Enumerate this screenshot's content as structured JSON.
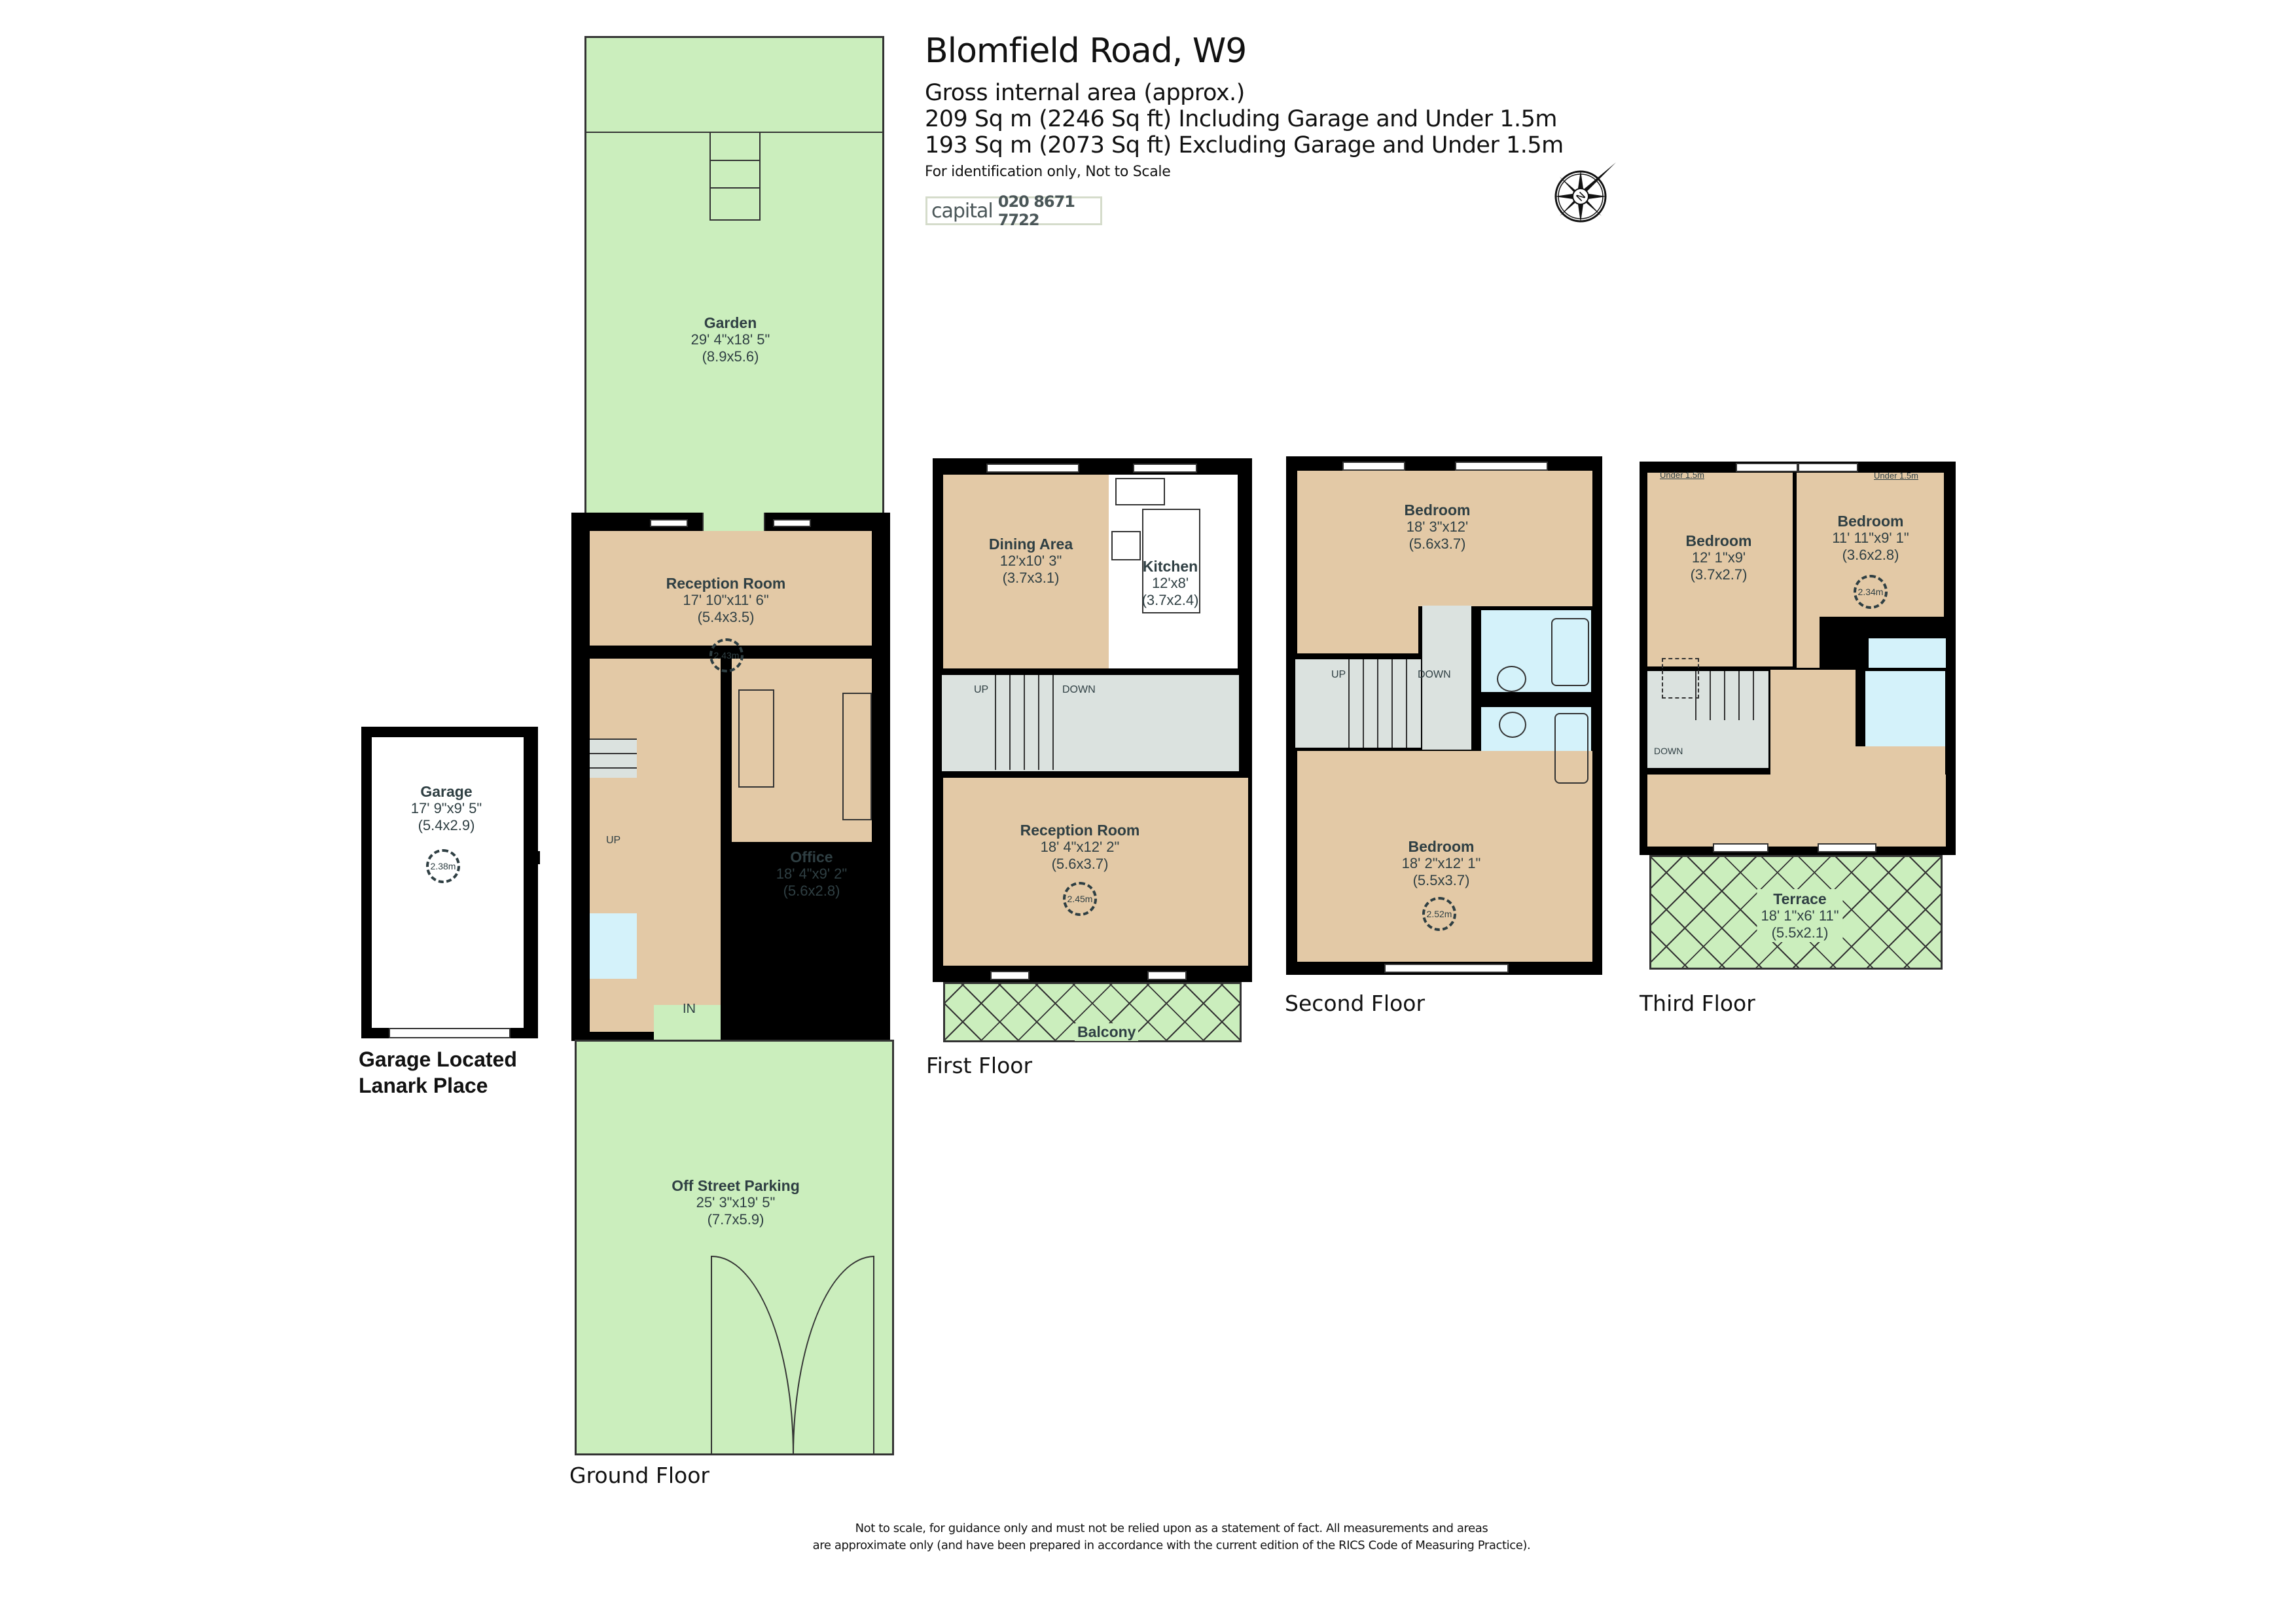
{
  "header": {
    "title": "Blomfield Road, W9",
    "gia_label": "Gross internal area (approx.)",
    "gia_including": "209 Sq m (2246 Sq ft) Including Garage and Under 1.5m",
    "gia_excluding": "193 Sq m (2073 Sq ft) Excluding Garage and Under 1.5m",
    "note": "For identification only, Not to Scale"
  },
  "logo": {
    "brand": "capital",
    "phone": "020 8671 7722",
    "brand_color": "#4a5658",
    "accent_dot_color": "#e01ad0"
  },
  "compass": {
    "icon": "compass-north-icon",
    "label": "N"
  },
  "colors": {
    "room_floor": "#e3c9a6",
    "outdoor": "#cbeebd",
    "circulation": "#dbe2df",
    "wet_room": "#d4f2fa",
    "wall": "#000000",
    "label_text": "#2f3f43"
  },
  "garage": {
    "name": "Garage",
    "imperial": "17' 9\"x9' 5\"",
    "metric": "(5.4x2.9)",
    "ceiling": "2.38m",
    "location_line1": "Garage Located",
    "location_line2": "Lanark Place"
  },
  "ground_floor": {
    "label": "Ground Floor",
    "garden": {
      "name": "Garden",
      "imperial": "29' 4\"x18' 5\"",
      "metric": "(8.9x5.6)"
    },
    "reception": {
      "name": "Reception Room",
      "imperial": "17' 10\"x11' 6\"",
      "metric": "(5.4x3.5)",
      "ceiling": "2.43m"
    },
    "office": {
      "name": "Office",
      "imperial": "18' 4\"x9' 2\"",
      "metric": "(5.6x2.8)"
    },
    "parking": {
      "name": "Off Street Parking",
      "imperial": "25' 3\"x19' 5\"",
      "metric": "(7.7x5.9)"
    },
    "stairs_up": "UP",
    "entrance": "IN"
  },
  "first_floor": {
    "label": "First Floor",
    "dining": {
      "name": "Dining Area",
      "imperial": "12'x10' 3\"",
      "metric": "(3.7x3.1)"
    },
    "kitchen": {
      "name": "Kitchen",
      "imperial": "12'x8'",
      "metric": "(3.7x2.4)"
    },
    "reception": {
      "name": "Reception Room",
      "imperial": "18' 4\"x12' 2\"",
      "metric": "(5.6x3.7)",
      "ceiling": "2.45m"
    },
    "balcony": {
      "name": "Balcony"
    },
    "stairs_up": "UP",
    "stairs_down": "DOWN"
  },
  "second_floor": {
    "label": "Second Floor",
    "bedroom_top": {
      "name": "Bedroom",
      "imperial": "18' 3\"x12'",
      "metric": "(5.6x3.7)"
    },
    "bedroom_bottom": {
      "name": "Bedroom",
      "imperial": "18' 2\"x12' 1\"",
      "metric": "(5.5x3.7)",
      "ceiling": "2.52m"
    },
    "stairs_up": "UP",
    "stairs_down": "DOWN"
  },
  "third_floor": {
    "label": "Third Floor",
    "bedroom_left": {
      "name": "Bedroom",
      "imperial": "12' 1\"x9'",
      "metric": "(3.7x2.7)",
      "under": "Under 1.5m"
    },
    "bedroom_right": {
      "name": "Bedroom",
      "imperial": "11' 11\"x9' 1\"",
      "metric": "(3.6x2.8)",
      "ceiling": "2.34m",
      "under": "Under 1.5m"
    },
    "terrace": {
      "name": "Terrace",
      "imperial": "18' 1\"x6' 11\"",
      "metric": "(5.5x2.1)"
    },
    "stairs_down": "DOWN"
  },
  "footer": {
    "line1": "Not to scale, for guidance only and must not be relied upon as a statement of fact.  All measurements and areas",
    "line2": "are approximate only (and have been prepared in accordance with the current edition of the RICS Code of Measuring Practice)."
  }
}
